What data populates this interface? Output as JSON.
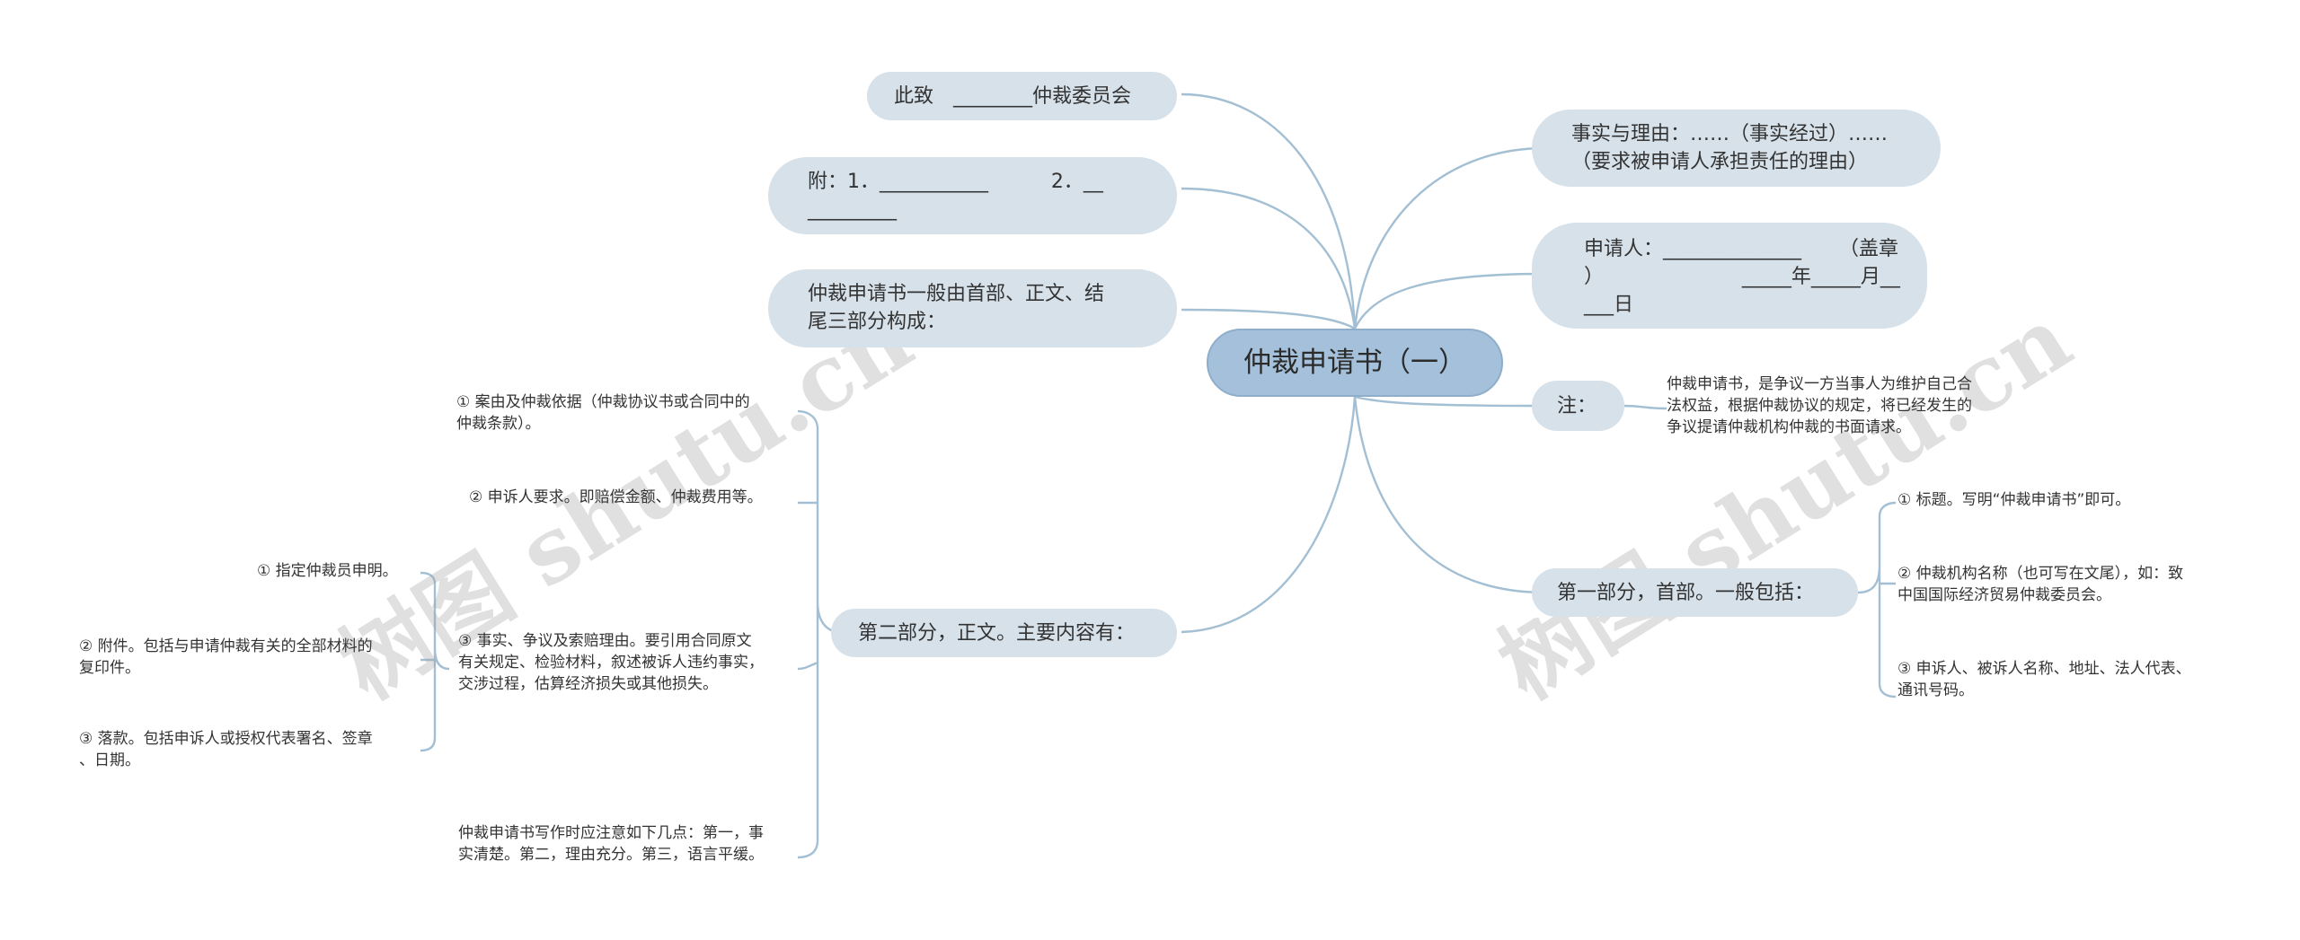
{
  "root": {
    "title": "仲裁申请书（一）"
  },
  "left": {
    "closing": "此致　________仲裁委员会",
    "attachment": "附：1．___________          2．__\n_________",
    "structure": "仲裁申请书一般由首部、正文、结\n尾三部分构成：",
    "body_part": {
      "label": "第二部分，正文。主要内容有：",
      "items": [
        "① 案由及仲裁依据（仲裁协议书或合同中的\n仲裁条款）。",
        "② 申诉人要求。即赔偿金额、仲裁费用等。",
        "③ 事实、争议及索赔理由。要引用合同原文\n有关规定、检验材料，叙述被诉人违约事实，\n交涉过程，估算经济损失或其他损失。",
        "仲裁申请书写作时应注意如下几点：第一，事\n实清楚。第二，理由充分。第三，语言平缓。"
      ],
      "sub_items": [
        "① 指定仲裁员申明。",
        "② 附件。包括与申请仲裁有关的全部材料的\n复印件。",
        "③ 落款。包括申诉人或授权代表署名、签章\n、日期。"
      ]
    }
  },
  "right": {
    "facts": "事实与理由：……（事实经过）……\n（要求被申请人承担责任的理由）",
    "applicant": "申请人：______________      （盖章\n）                      _____年_____月__\n___日",
    "note": {
      "label": "注：",
      "text": "仲裁申请书，是争议一方当事人为维护自己合\n法权益，根据仲裁协议的规定，将已经发生的\n争议提请仲裁机构仲裁的书面请求。"
    },
    "head_part": {
      "label": "第一部分，首部。一般包括：",
      "items": [
        "① 标题。写明“仲裁申请书”即可。",
        "② 仲裁机构名称（也可写在文尾），如：致\n中国国际经济贸易仲裁委员会。",
        "③ 申诉人、被诉人名称、地址、法人代表、\n通讯号码。"
      ]
    }
  },
  "watermarks": [
    "树图 shutu.cn",
    "树图 shutu.cn"
  ],
  "colors": {
    "root_fill": "#a4c0da",
    "node_fill": "#d6e1ea",
    "line": "#a3bfd3"
  }
}
